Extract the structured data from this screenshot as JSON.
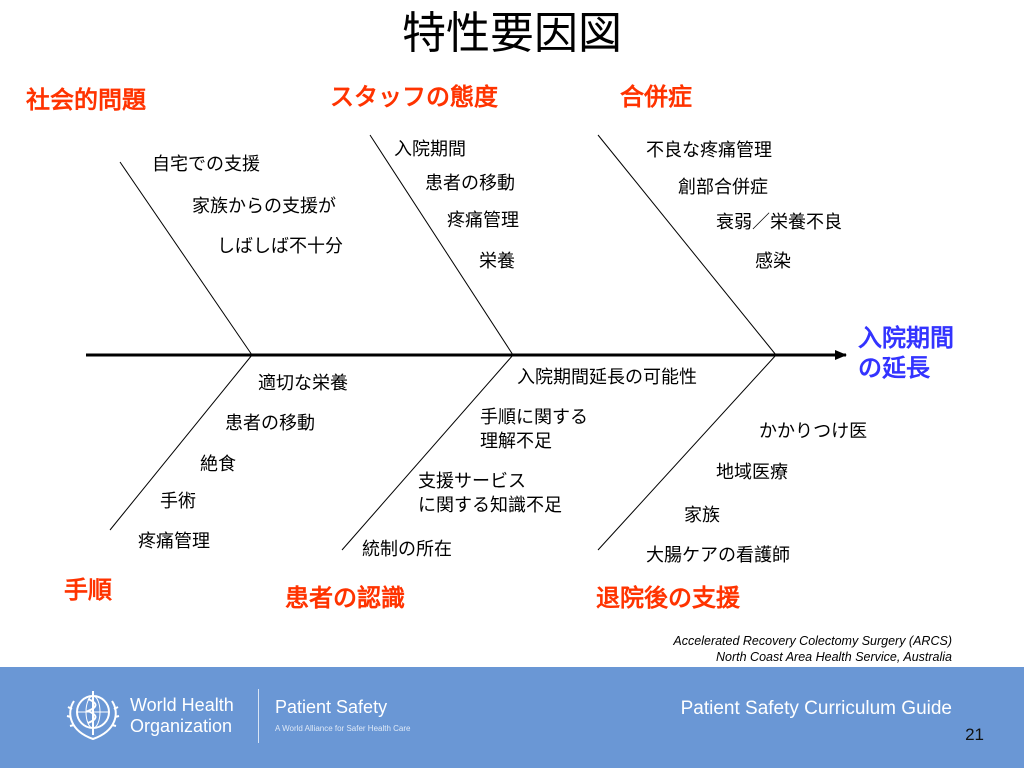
{
  "slide": {
    "title": "特性要因図",
    "outcome": "入院期間\nの延長",
    "accent_color": "#ff3300",
    "outcome_color": "#3333ff"
  },
  "categories": {
    "social": {
      "label": "社会的問題",
      "items": [
        "自宅での支援",
        "家族からの支援が",
        "しばしば不十分"
      ]
    },
    "staff_attitude": {
      "label": "スタッフの態度",
      "items": [
        "入院期間",
        "患者の移動",
        "疼痛管理",
        "栄養"
      ]
    },
    "complications": {
      "label": "合併症",
      "items": [
        "不良な疼痛管理",
        "創部合併症",
        "衰弱／栄養不良",
        "感染"
      ]
    },
    "procedure": {
      "label": "手順",
      "items": [
        "適切な栄養",
        "患者の移動",
        "絶食",
        "手術",
        "疼痛管理"
      ]
    },
    "patient_awareness": {
      "label": "患者の認識",
      "items": [
        "入院期間延長の可能性",
        "手順に関する\n理解不足",
        "支援サービス\nに関する知識不足",
        "統制の所在"
      ]
    },
    "post_discharge": {
      "label": "退院後の支援",
      "items": [
        "かかりつけ医",
        "地域医療",
        "家族",
        "大腸ケアの看護師"
      ]
    }
  },
  "credit": {
    "line1": "Accelerated Recovery Colectomy Surgery (ARCS)",
    "line2": "North Coast Area Health Service, Australia"
  },
  "footer": {
    "org_name": "World Health\nOrganization",
    "program": "Patient Safety",
    "tagline": "A World Alliance for Safer Health Care",
    "guide": "Patient Safety Curriculum Guide",
    "page": "21",
    "bg_color": "#6a97d5",
    "logo_icon": "who-emblem-icon"
  }
}
